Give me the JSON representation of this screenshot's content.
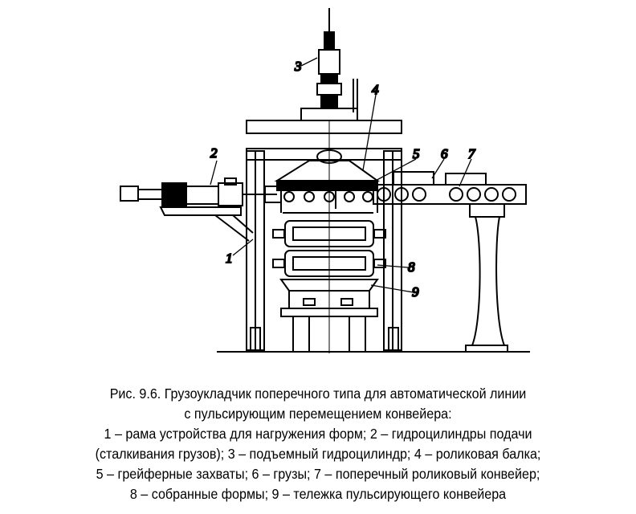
{
  "figure": {
    "labels": [
      "1",
      "2",
      "3",
      "4",
      "5",
      "6",
      "7",
      "8",
      "9"
    ]
  },
  "caption": {
    "lines": [
      "Рис. 9.6. Грузоукладчик поперечного типа для автоматической линии",
      "с пульсирующим перемещением конвейера:",
      "1 – рама устройства для нагружения форм; 2 – гидроцилиндры подачи",
      "(сталкивания грузов); 3 – подъемный гидроцилиндр; 4 – роликовая балка;",
      "5 – грейферные захваты; 6 – грузы; 7 – поперечный роликовый конвейер;",
      "8 – собранные формы; 9 – тележка пульсирующего конвейера"
    ]
  }
}
